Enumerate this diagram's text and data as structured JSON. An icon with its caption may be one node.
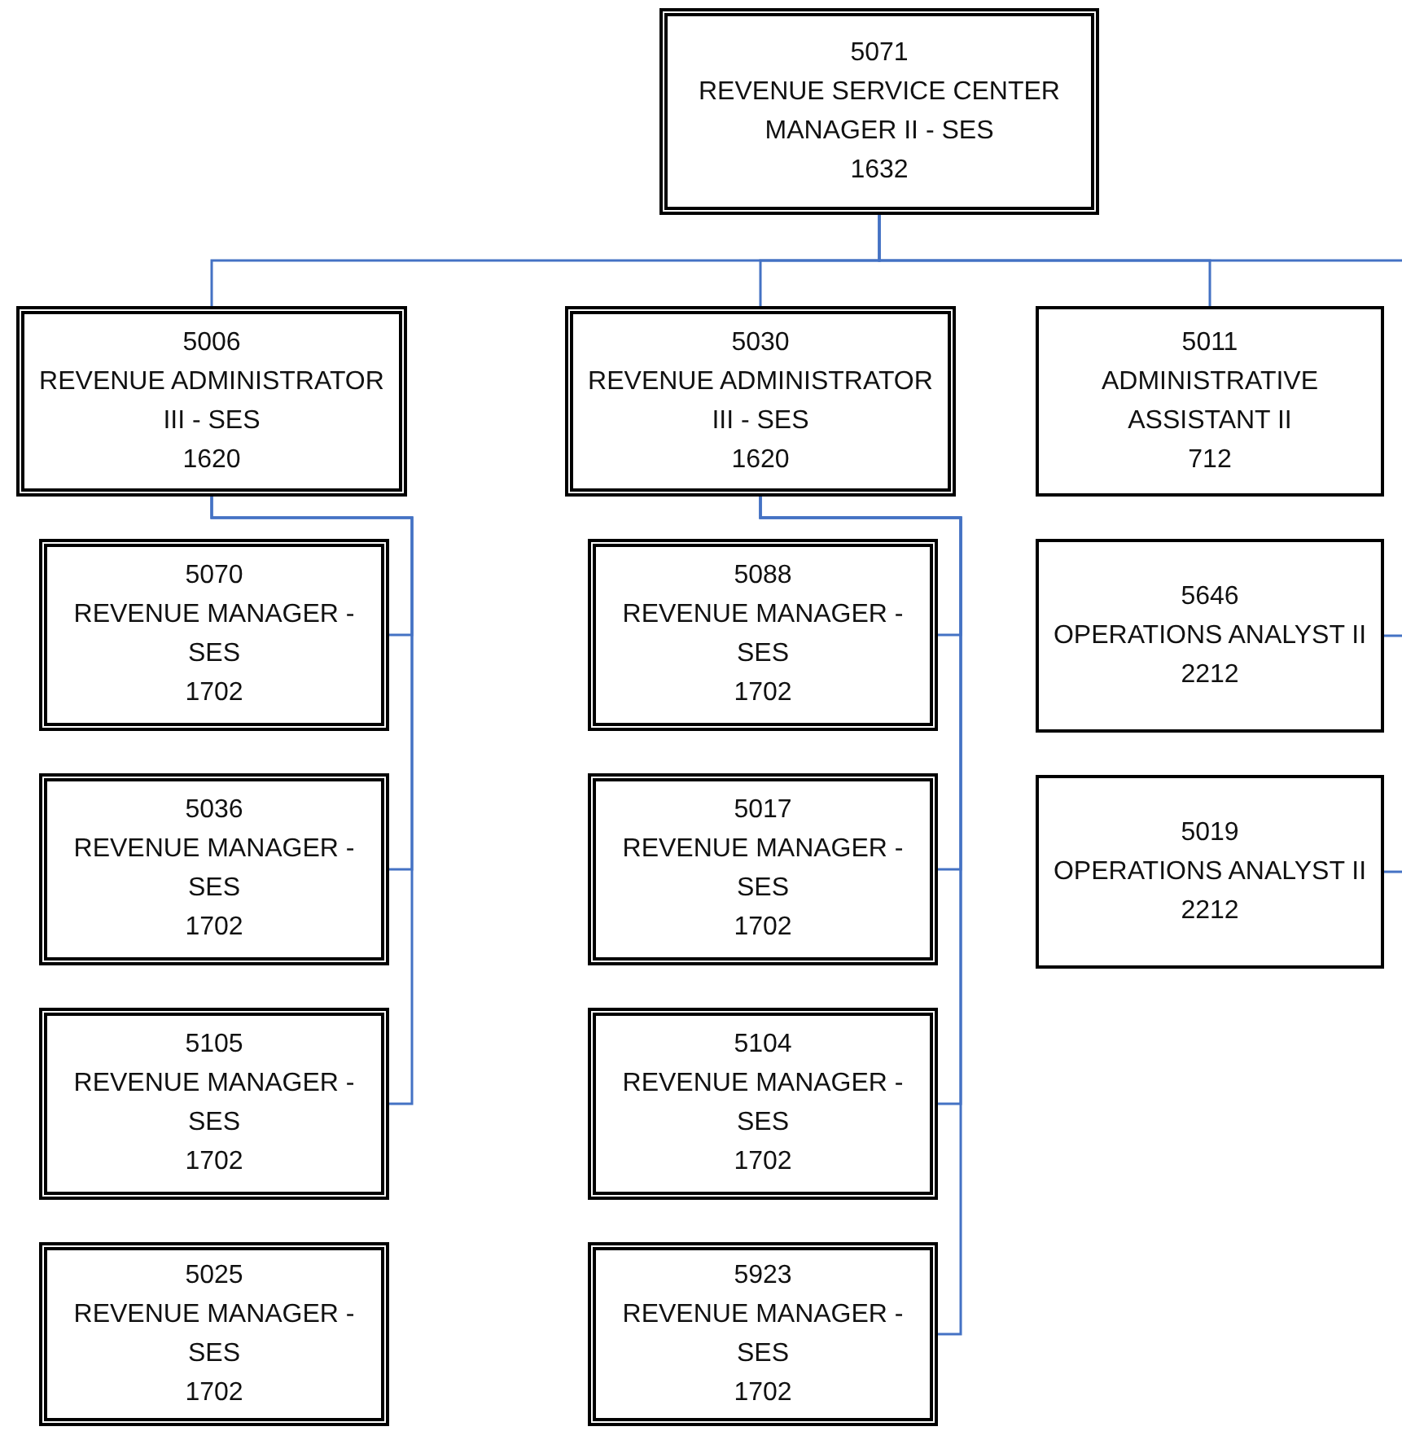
{
  "diagram": {
    "nodes": [
      {
        "text": [
          "5071",
          "REVENUE SERVICE CENTER MANAGER II - SES",
          "1632"
        ]
      },
      {
        "text": [
          "5006",
          "REVENUE ADMINISTRATOR III - SES",
          "1620"
        ]
      },
      {
        "text": [
          "5030",
          "REVENUE ADMINISTRATOR III - SES",
          "1620"
        ]
      },
      {
        "text": [
          "5011",
          "ADMINISTRATIVE ASSISTANT II",
          "712"
        ]
      },
      {
        "text": [
          "5070",
          "REVENUE MANAGER - SES",
          "1702"
        ]
      },
      {
        "text": [
          "5036",
          "REVENUE MANAGER - SES",
          "1702"
        ]
      },
      {
        "text": [
          "5105",
          "REVENUE MANAGER - SES",
          "1702"
        ]
      },
      {
        "text": [
          "5025",
          "REVENUE MANAGER - SES",
          "1702"
        ]
      },
      {
        "text": [
          "5088",
          "REVENUE MANAGER - SES",
          "1702"
        ]
      },
      {
        "text": [
          "5017",
          "REVENUE MANAGER - SES",
          "1702"
        ]
      },
      {
        "text": [
          "5104",
          "REVENUE MANAGER - SES",
          "1702"
        ]
      },
      {
        "text": [
          "5923",
          "REVENUE MANAGER - SES",
          "1702"
        ]
      },
      {
        "text": [
          "5646",
          "OPERATIONS ANALYST II",
          "2212"
        ]
      },
      {
        "text": [
          "5019",
          "OPERATIONS ANALYST II",
          "2212"
        ]
      }
    ],
    "edges": [
      {
        "from": 0,
        "to": 1,
        "arrow": "none"
      },
      {
        "from": 0,
        "to": 2,
        "arrow": "none"
      },
      {
        "from": 0,
        "to": 3,
        "arrow": "none"
      },
      {
        "from": 0,
        "to": null,
        "arrow": "none"
      },
      {
        "from": 1,
        "to": 4,
        "arrow": "none"
      },
      {
        "from": 1,
        "to": 5,
        "arrow": "none"
      },
      {
        "from": 1,
        "to": 6,
        "arrow": "none"
      },
      {
        "from": 2,
        "to": 8,
        "arrow": "none"
      },
      {
        "from": 2,
        "to": 9,
        "arrow": "none"
      },
      {
        "from": 2,
        "to": 10,
        "arrow": "none"
      },
      {
        "from": 2,
        "to": 11,
        "arrow": "none"
      },
      {
        "from": 12,
        "to": null,
        "arrow": "none"
      },
      {
        "from": 13,
        "to": null,
        "arrow": "none"
      }
    ]
  }
}
